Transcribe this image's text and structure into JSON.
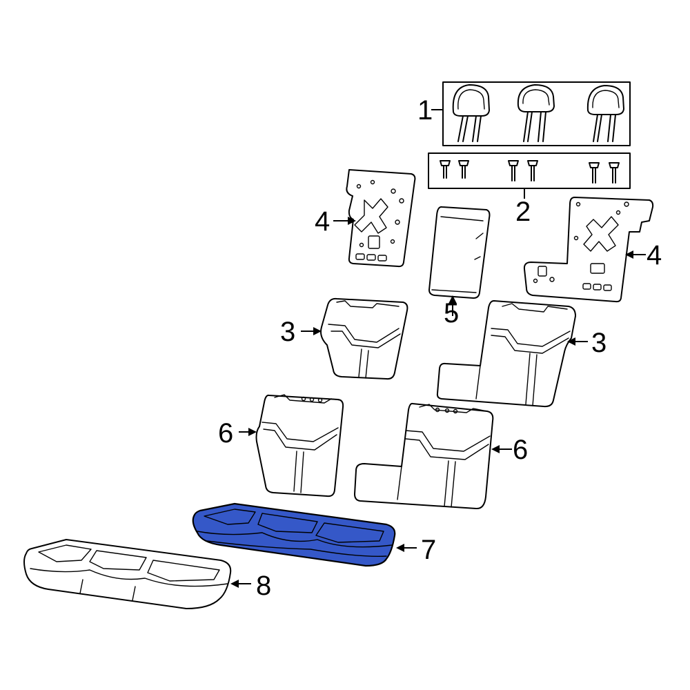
{
  "diagram": {
    "highlight_color": "#3558c8",
    "parts": [
      {
        "callout": "1",
        "name": "headrest-kit"
      },
      {
        "callout": "2",
        "name": "headrest-guide-kit"
      },
      {
        "callout": "3",
        "name": "seat-back-cushion"
      },
      {
        "callout": "4",
        "name": "seat-back-frame"
      },
      {
        "callout": "5",
        "name": "armrest"
      },
      {
        "callout": "6",
        "name": "seat-back-cover"
      },
      {
        "callout": "7",
        "name": "seat-cushion-pad",
        "highlighted": true
      },
      {
        "callout": "8",
        "name": "seat-cushion-cover"
      }
    ],
    "labels": {
      "c1": "1",
      "c2": "2",
      "c3a": "3",
      "c3b": "3",
      "c4a": "4",
      "c4b": "4",
      "c5": "5",
      "c6a": "6",
      "c6b": "6",
      "c7": "7",
      "c8": "8"
    }
  }
}
